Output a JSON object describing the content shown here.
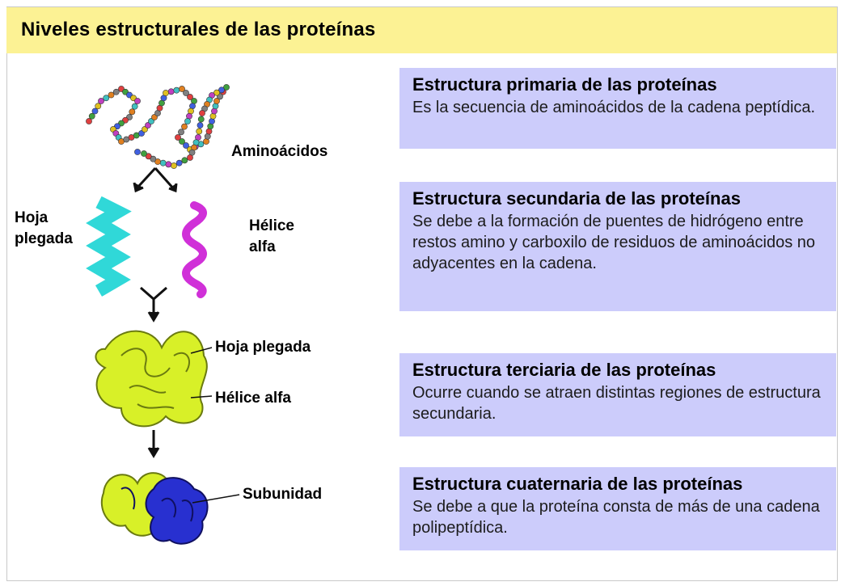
{
  "title": "Niveles estructurales de las proteínas",
  "sections": [
    {
      "heading": "Estructura primaria de las proteínas",
      "text": "Es la secuencia de aminoácidos de la cadena peptídica."
    },
    {
      "heading": "Estructura secundaria de las proteínas",
      "text": "Se debe a la formación de puentes de hidrógeno entre restos amino y carboxilo de residuos de aminoácidos no adyacentes en la cadena."
    },
    {
      "heading": "Estructura terciaria de las proteínas",
      "text": "Ocurre cuando se atraen distintas regiones de estructura secundaria."
    },
    {
      "heading": "Estructura cuaternaria de las proteínas",
      "text": "Se debe a que la proteína consta de más de una cadena polipeptídica."
    }
  ],
  "labels": {
    "aminoacidos": "Aminoácidos",
    "hoja_plegada_left_1": "Hoja",
    "hoja_plegada_left_2": "plegada",
    "helice_alfa_right_1": "Hélice",
    "helice_alfa_right_2": "alfa",
    "hoja_plegada_tertiary": "Hoja plegada",
    "helice_alfa_tertiary": "Hélice alfa",
    "subunidad": "Subunidad"
  },
  "colors": {
    "title_bar": "#fcf294",
    "box": "#ccccfb",
    "helix": "#d030d8",
    "sheet": "#30d8d8",
    "subunit_yellow": "#d8f028",
    "subunit_blue": "#2830d0"
  }
}
